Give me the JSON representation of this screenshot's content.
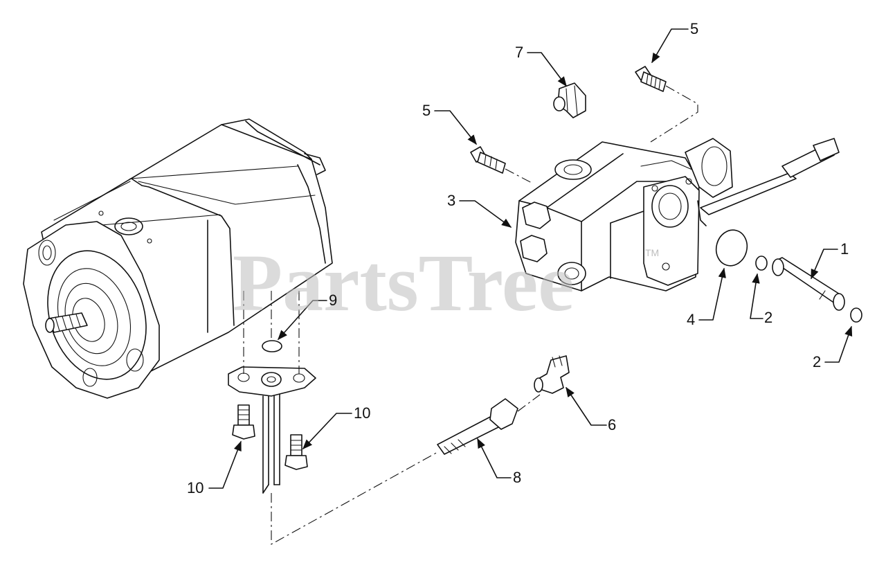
{
  "watermark": {
    "brand": "PartsTree",
    "mark": "TM"
  },
  "callouts": [
    {
      "id": "c1",
      "label": "1"
    },
    {
      "id": "c2a",
      "label": "2"
    },
    {
      "id": "c2b",
      "label": "2"
    },
    {
      "id": "c3",
      "label": "3"
    },
    {
      "id": "c4",
      "label": "4"
    },
    {
      "id": "c5a",
      "label": "5"
    },
    {
      "id": "c5b",
      "label": "5"
    },
    {
      "id": "c6",
      "label": "6"
    },
    {
      "id": "c7",
      "label": "7"
    },
    {
      "id": "c8",
      "label": "8"
    },
    {
      "id": "c9",
      "label": "9"
    },
    {
      "id": "c10a",
      "label": "10"
    },
    {
      "id": "c10b",
      "label": "10"
    }
  ],
  "colors": {
    "line": "#111111",
    "watermark": "#bdbdbd",
    "background": "#ffffff"
  }
}
